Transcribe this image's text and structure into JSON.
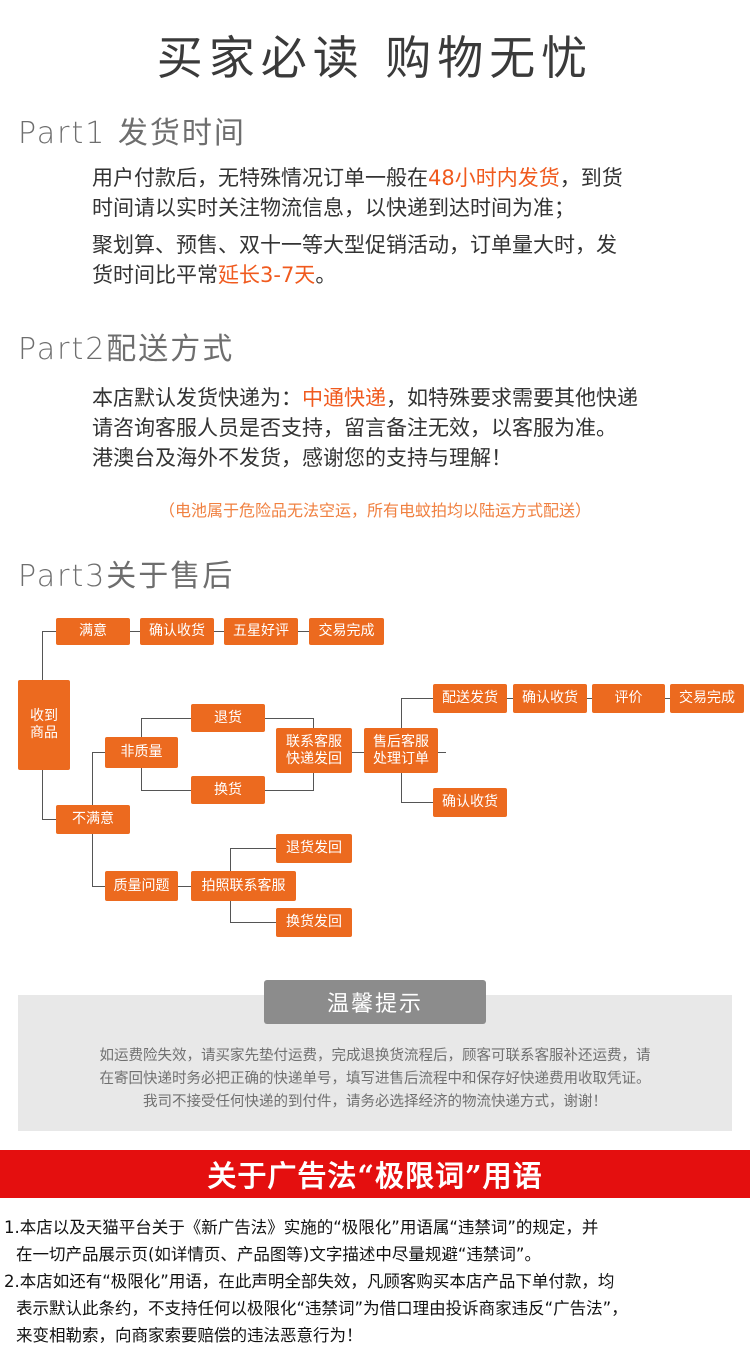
{
  "header": {
    "title": "买家必读 购物无忧"
  },
  "part1": {
    "title": "Part1 发货时间",
    "p1_before": "用户付款后，无特殊情况订单一般在",
    "p1_highlight": "48小时内发货",
    "p1_after": "，到货",
    "p1_line2": "时间请以实时关注物流信息，以快递到达时间为准；",
    "p2_line1": "聚划算、预售、双十一等大型促销活动，订单量大时，发",
    "p2_before": "货时间比平常",
    "p2_highlight": "延长3-7天",
    "p2_after": "。"
  },
  "part2": {
    "title": "Part2配送方式",
    "line1_before": "本店默认发货快递为：",
    "line1_highlight": "中通快递",
    "line1_after": "，如特殊要求需要其他快递",
    "line2": "请咨询客服人员是否支持，留言备注无效，以客服为准。",
    "line3": "港澳台及海外不发货，感谢您的支持与理解！",
    "note": "（电池属于危险品无法空运，所有电蚊拍均以陆运方式配送）"
  },
  "part3": {
    "title": "Part3关于售后",
    "flow": {
      "receive": "收到\n商品",
      "satisfied": "满意",
      "confirm1": "确认收货",
      "five_star": "五星好评",
      "done1": "交易完成",
      "not_satisfied": "不满意",
      "non_quality": "非质量",
      "return": "退货",
      "exchange": "换货",
      "contact_cs": "联系客服\n快递发回",
      "after_cs": "售后客服\n处理订单",
      "ship": "配送发货",
      "confirm2": "确认收货",
      "review": "评价",
      "done2": "交易完成",
      "confirm3": "确认收货",
      "quality": "质量问题",
      "photo_cs": "拍照联系客服",
      "return_back": "退货发回",
      "exchange_back": "换货发回"
    }
  },
  "tips": {
    "title": "温馨提示",
    "line1": "如运费险失效，请买家先垫付运费，完成退换货流程后，顾客可联系客服补还运费，请",
    "line2": "在寄回快递时务必把正确的快递单号，填写进售后流程中和保存好快递费用收取凭证。",
    "line3": "我司不接受任何快递的到付件，请务必选择经济的物流快递方式，谢谢！"
  },
  "law": {
    "banner": "关于广告法“极限词”用语",
    "item1_line1": "1.本店以及天猫平台关于《新广告法》实施的“极限化”用语属“违禁词”的规定，并",
    "item1_line2": "在一切产品展示页(如详情页、产品图等)文字描述中尽量规避“违禁词”。",
    "item2_line1": "2.本店如还有“极限化”用语，在此声明全部失效，凡顾客购买本店产品下单付款，均",
    "item2_line2": "表示默认此条约，不支持任何以极限化“违禁词”为借口理由投诉商家违反“广告法”，",
    "item2_line3": "来变相勒索，向商家索要赔偿的违法恶意行为！"
  },
  "colors": {
    "accent": "#ec6a1f",
    "highlight": "#f05a1e",
    "banner": "#e40f0f",
    "tip_bg": "#e8e8e8"
  }
}
